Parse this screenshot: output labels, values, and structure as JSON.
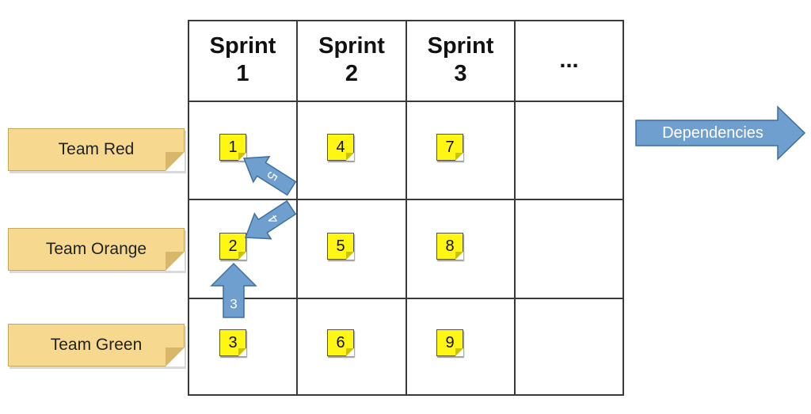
{
  "columns": [
    {
      "line1": "Sprint",
      "line2": "1"
    },
    {
      "line1": "Sprint",
      "line2": "2"
    },
    {
      "line1": "Sprint",
      "line2": "3"
    },
    {
      "line1": "",
      "line2": "..."
    }
  ],
  "teams": [
    {
      "label": "Team Red"
    },
    {
      "label": "Team Orange"
    },
    {
      "label": "Team Green"
    }
  ],
  "cards": [
    "1",
    "4",
    "7",
    "2",
    "5",
    "8",
    "3",
    "6",
    "9"
  ],
  "dependency_arrows": [
    "5",
    "4",
    "3"
  ],
  "legend_arrow": {
    "label": "Dependencies"
  },
  "colors": {
    "sticky": "#fff614",
    "team_label": "#f6d98f",
    "arrow": "#6f9fcf",
    "arrow_border": "#3f6f9f"
  }
}
